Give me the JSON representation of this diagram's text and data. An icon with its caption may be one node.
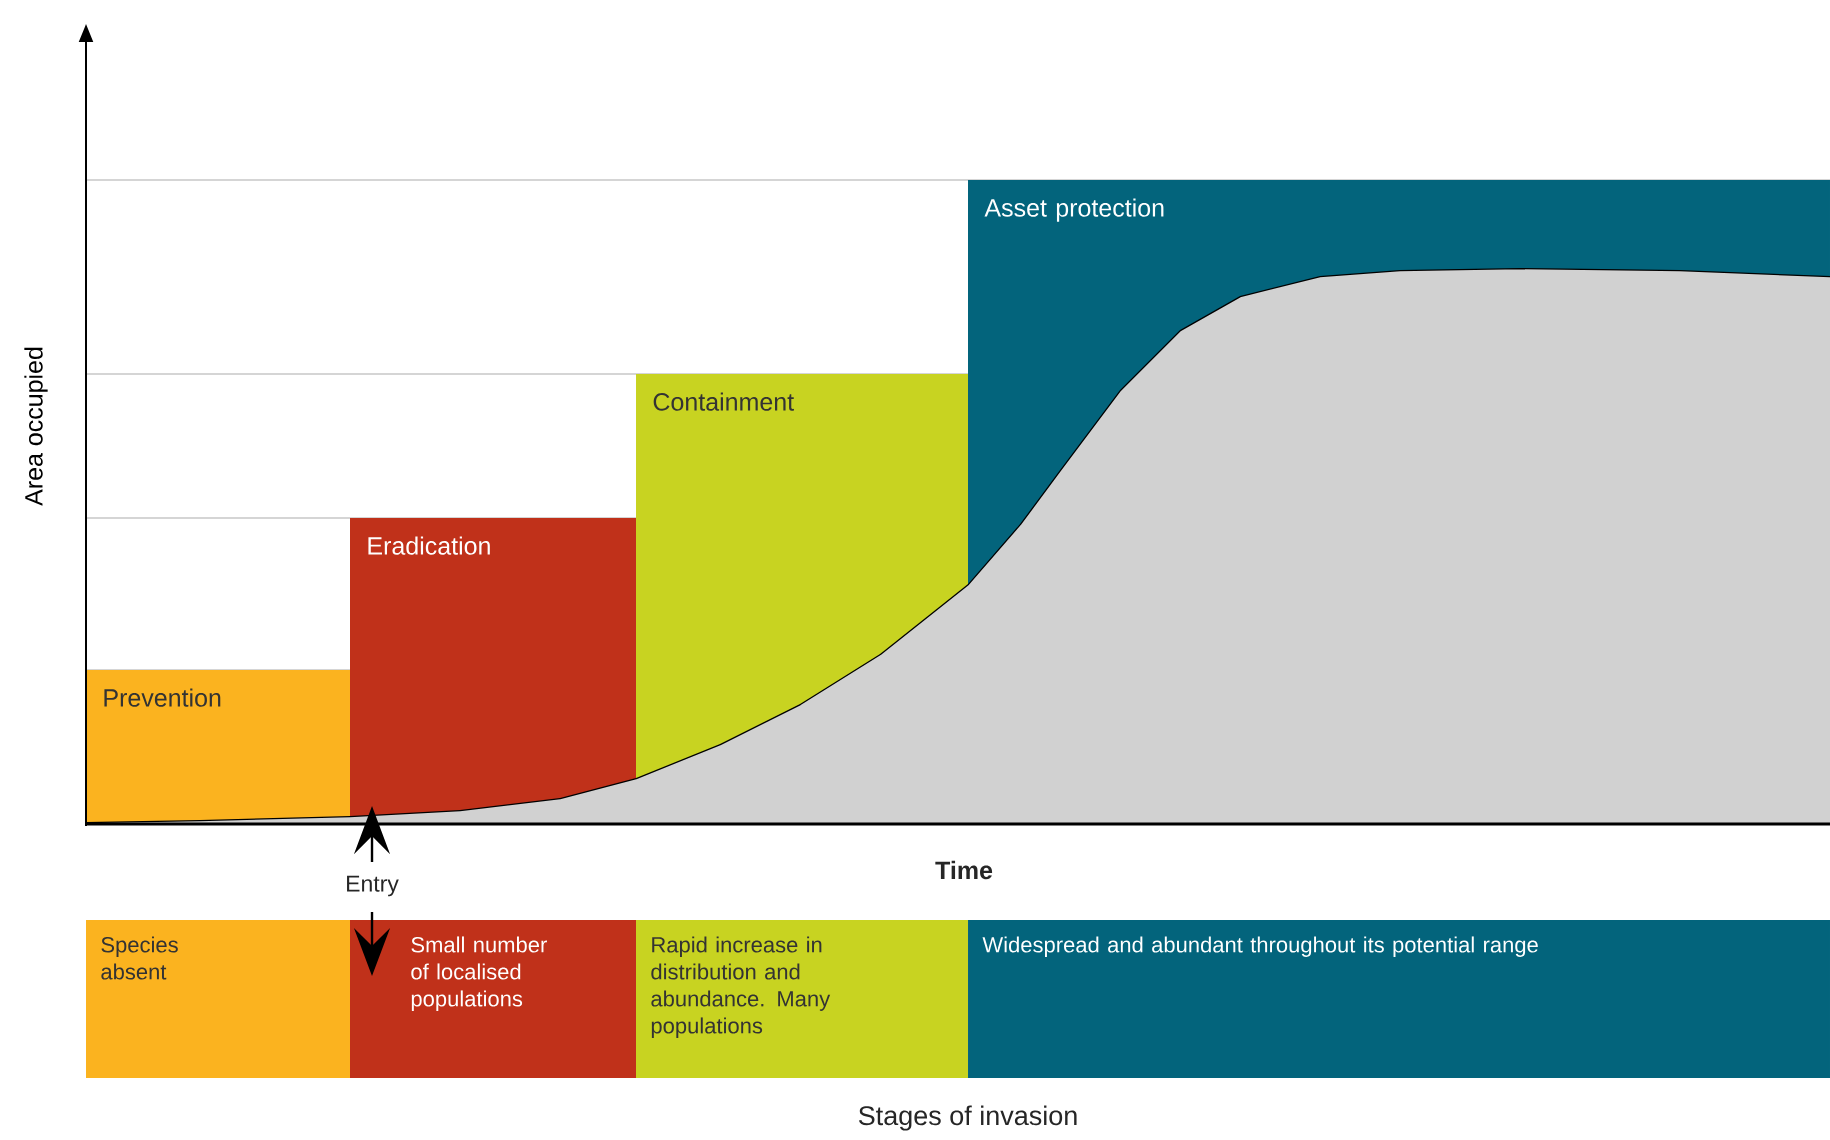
{
  "diagram": {
    "nodes": [
      {
        "text": [
          "Prevention"
        ]
      },
      {
        "text": [
          "Eradication"
        ]
      },
      {
        "text": [
          "Containment"
        ]
      },
      {
        "text": [
          "Asset protection"
        ]
      },
      {
        "text": [
          "Species absent"
        ]
      },
      {
        "text": [
          "Small number of localised populations"
        ]
      },
      {
        "text": [
          "Rapid increase in distribution and abundance. Many populations"
        ]
      },
      {
        "text": [
          "Widespread and abundant throughout its potential range"
        ]
      }
    ],
    "edges": [],
    "labels": [
      "Area occupied",
      "Time",
      "Entry",
      "Stages of invasion"
    ]
  }
}
